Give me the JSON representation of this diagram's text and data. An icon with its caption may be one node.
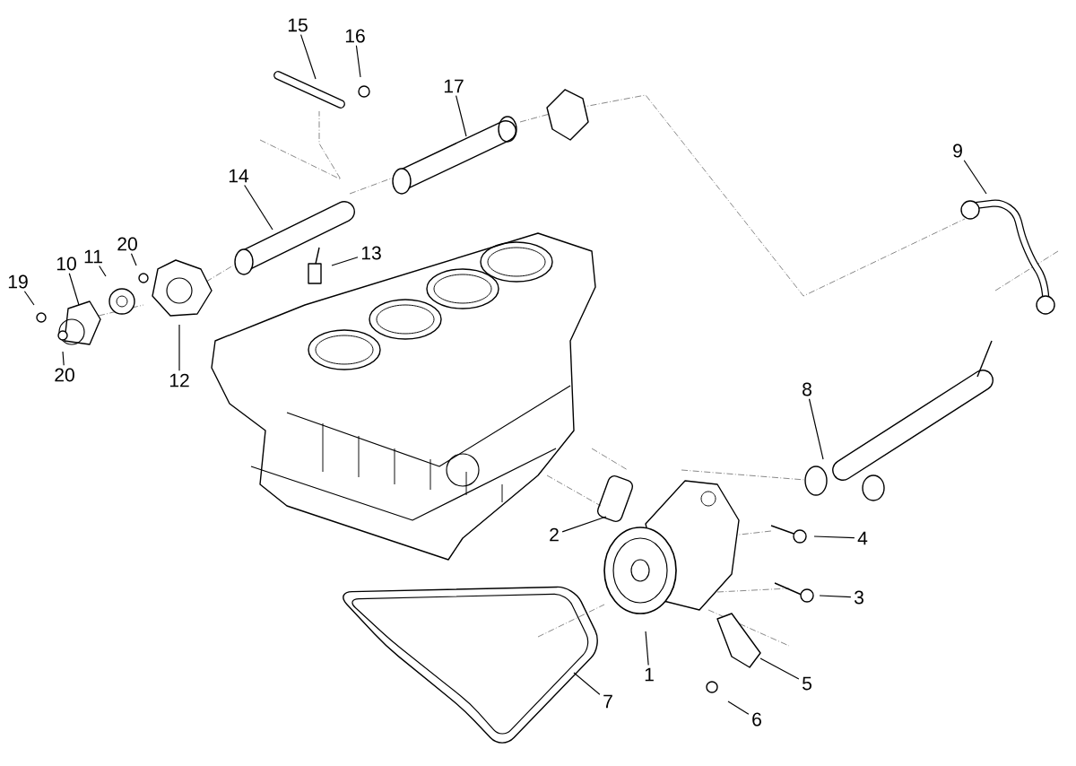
{
  "diagram": {
    "nodes": [
      {
        "text": [
          "15"
        ]
      },
      {
        "text": [
          "16"
        ]
      },
      {
        "text": [
          "17"
        ]
      },
      {
        "text": [
          "9"
        ]
      },
      {
        "text": [
          "14"
        ]
      },
      {
        "text": [
          "20"
        ]
      },
      {
        "text": [
          "13"
        ]
      },
      {
        "text": [
          "11"
        ]
      },
      {
        "text": [
          "10"
        ]
      },
      {
        "text": [
          "19"
        ]
      },
      {
        "text": [
          "20"
        ]
      },
      {
        "text": [
          "12"
        ]
      },
      {
        "text": [
          "8"
        ]
      },
      {
        "text": [
          "2"
        ]
      },
      {
        "text": [
          "4"
        ]
      },
      {
        "text": [
          "3"
        ]
      },
      {
        "text": [
          "1"
        ]
      },
      {
        "text": [
          "5"
        ]
      },
      {
        "text": [
          "7"
        ]
      },
      {
        "text": [
          "6"
        ]
      }
    ],
    "edges": [
      {
        "from": 0,
        "to": null,
        "arrow": "none"
      },
      {
        "from": 1,
        "to": null,
        "arrow": "none"
      },
      {
        "from": 2,
        "to": null,
        "arrow": "none"
      },
      {
        "from": 3,
        "to": null,
        "arrow": "none"
      },
      {
        "from": 4,
        "to": null,
        "arrow": "none"
      },
      {
        "from": 5,
        "to": null,
        "arrow": "none"
      },
      {
        "from": 6,
        "to": null,
        "arrow": "none"
      },
      {
        "from": 7,
        "to": null,
        "arrow": "none"
      },
      {
        "from": 8,
        "to": null,
        "arrow": "none"
      },
      {
        "from": 9,
        "to": null,
        "arrow": "none"
      },
      {
        "from": 10,
        "to": null,
        "arrow": "none"
      },
      {
        "from": 11,
        "to": null,
        "arrow": "none"
      },
      {
        "from": 12,
        "to": null,
        "arrow": "none"
      },
      {
        "from": 13,
        "to": null,
        "arrow": "none"
      },
      {
        "from": 14,
        "to": null,
        "arrow": "none"
      },
      {
        "from": 15,
        "to": null,
        "arrow": "none"
      },
      {
        "from": 16,
        "to": null,
        "arrow": "none"
      },
      {
        "from": 17,
        "to": null,
        "arrow": "none"
      },
      {
        "from": 18,
        "to": null,
        "arrow": "none"
      },
      {
        "from": 19,
        "to": null,
        "arrow": "none"
      }
    ]
  }
}
